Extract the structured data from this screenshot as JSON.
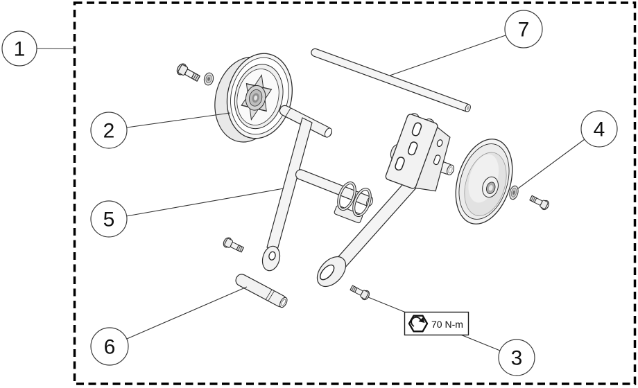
{
  "figure": {
    "kind": "exploded-parts-diagram",
    "callouts": [
      "1",
      "2",
      "3",
      "4",
      "5",
      "6",
      "7"
    ],
    "torque_label": {
      "text": "70 N-m",
      "icon": "torque-hexagon-arrow-icon"
    },
    "colors": {
      "line": "#2b2b2b",
      "leader": "#333333",
      "part_fill": "#f4f4f4",
      "part_shade": "#dcdcdc",
      "frame_border": "#000000",
      "background": "#ffffff"
    }
  }
}
